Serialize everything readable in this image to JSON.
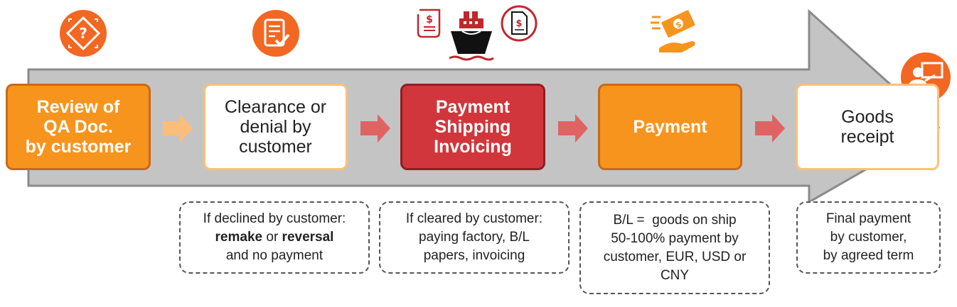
{
  "colors": {
    "arrow_fill": "#c4c4c4",
    "arrow_stroke": "#8a8a8a",
    "orange": "#f7941d",
    "red": "#d0363c",
    "chevron_light": "#fbbd7a",
    "chevron_red": "#e06363"
  },
  "steps": [
    {
      "label": "Review of\nQA Doc.\nby customer"
    },
    {
      "label": "Clearance or\ndenial by\ncustomer"
    },
    {
      "label": "Payment\nShipping\nInvoicing"
    },
    {
      "label": "Payment"
    },
    {
      "label": "Goods\nreceipt"
    }
  ],
  "notes": {
    "n1": {
      "line1": "If declined by customer:",
      "bold1": "remake",
      "mid": " or ",
      "bold2": "reversal",
      "line3": "and no payment"
    },
    "n2": {
      "line1": "If cleared by customer:",
      "line2": "paying factory, B/L",
      "line3": "papers, invoicing"
    },
    "n3": {
      "line1": "B/L =  goods on ship",
      "line2": "50-100% payment by",
      "line3": "customer, EUR, USD or",
      "line4": "CNY"
    },
    "n4": {
      "line1": "Final payment",
      "line2": "by customer,",
      "line3": "by agreed term"
    }
  },
  "icons": [
    "question-diamond-icon",
    "checklist-icon",
    "bill-receipt-icon",
    "cargo-ship-icon",
    "invoice-document-icon",
    "money-hand-icon",
    "person-presentation-icon"
  ]
}
